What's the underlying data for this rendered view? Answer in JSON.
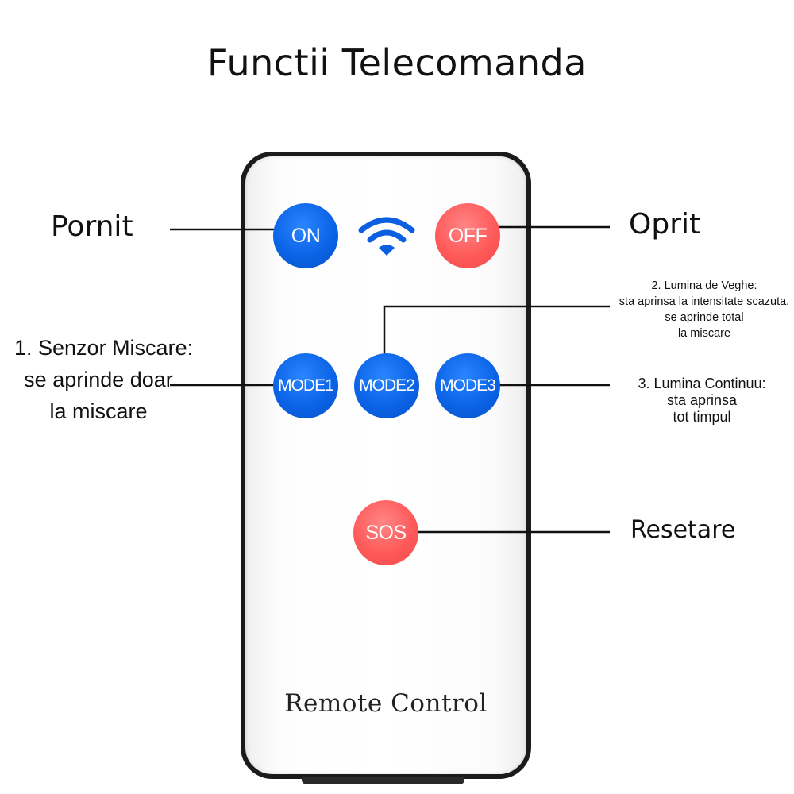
{
  "page": {
    "title": "Functii Telecomanda"
  },
  "remote": {
    "footer_text": "Remote Control",
    "buttons": {
      "on": "ON",
      "off": "OFF",
      "mode1": "MODE1",
      "mode2": "MODE2",
      "mode3": "MODE3",
      "sos": "SOS"
    },
    "icons": {
      "signal": "wifi-icon"
    },
    "colors": {
      "blue_button": "#0b63e6",
      "red_button": "#ff5a5a",
      "body_border": "#1b1b1b"
    }
  },
  "annotations": {
    "on": "Pornit",
    "off": "Oprit",
    "mode1": [
      "1. Senzor Miscare:",
      "se aprinde doar",
      "la miscare"
    ],
    "mode2": [
      "2. Lumina de Veghe:",
      "sta aprinsa la intensitate scazuta,",
      "se aprinde total",
      "la miscare"
    ],
    "mode3": [
      "3. Lumina Continuu:",
      "sta aprinsa",
      "tot timpul"
    ],
    "sos": "Resetare"
  }
}
